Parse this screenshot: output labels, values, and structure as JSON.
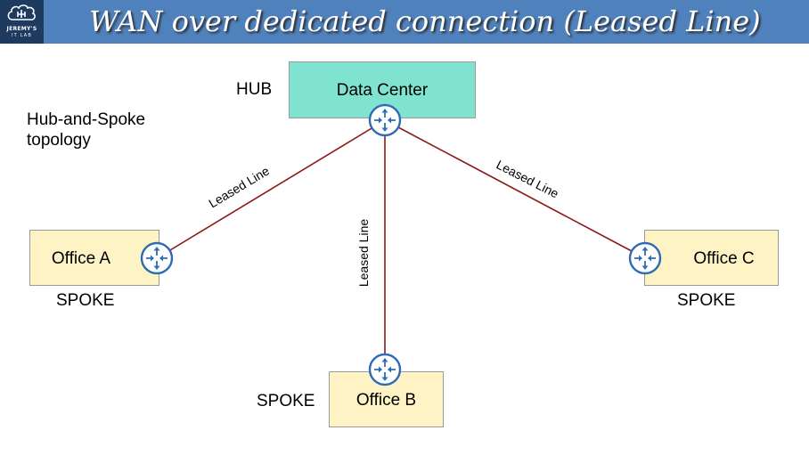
{
  "header": {
    "title": "WAN over dedicated connection (Leased Line)",
    "logo_line1": "JEREMY'S",
    "logo_line2": "IT LAB",
    "background_color": "#4f81bd"
  },
  "diagram": {
    "topology_label": "Hub-and-Spoke topology",
    "hub": {
      "role": "HUB",
      "name": "Data Center",
      "color": "#7fe3d0"
    },
    "spokes": [
      {
        "role": "SPOKE",
        "name": "Office A",
        "color": "#fdf3c4"
      },
      {
        "role": "SPOKE",
        "name": "Office B",
        "color": "#fdf3c4"
      },
      {
        "role": "SPOKE",
        "name": "Office C",
        "color": "#fdf3c4"
      }
    ],
    "links": [
      {
        "from": "Data Center",
        "to": "Office A",
        "label": "Leased Line",
        "color": "#8b1a1a"
      },
      {
        "from": "Data Center",
        "to": "Office B",
        "label": "Leased Line",
        "color": "#8b1a1a"
      },
      {
        "from": "Data Center",
        "to": "Office C",
        "label": "Leased Line",
        "color": "#8b1a1a"
      }
    ],
    "router_icon": "router-icon",
    "router_color": "#2e6db4"
  }
}
